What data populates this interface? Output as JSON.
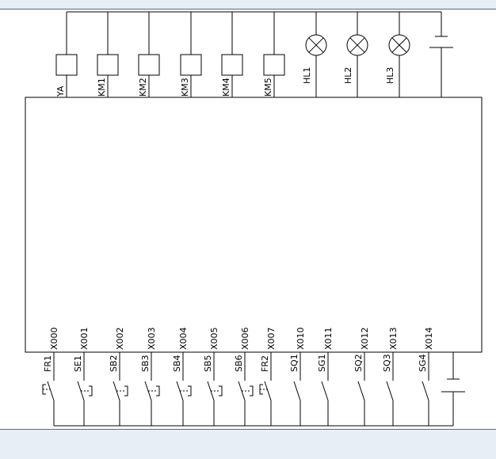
{
  "outputs": {
    "coils": [
      "YA",
      "KM1",
      "KM2",
      "KM3",
      "KM4",
      "KM5"
    ],
    "lamps": [
      "HL1",
      "HL2",
      "HL3"
    ]
  },
  "inputs": {
    "terminals": [
      "X000",
      "X001",
      "X002",
      "X003",
      "X004",
      "X005",
      "X006",
      "X007",
      "X010",
      "X011",
      "X012",
      "X013",
      "X014"
    ],
    "switches": [
      "FR1",
      "SE1",
      "SB2",
      "SB3",
      "SB4",
      "SB5",
      "SB6",
      "FR2",
      "SQ1",
      "SG1",
      "SQ2",
      "SQ3",
      "SG4"
    ]
  }
}
